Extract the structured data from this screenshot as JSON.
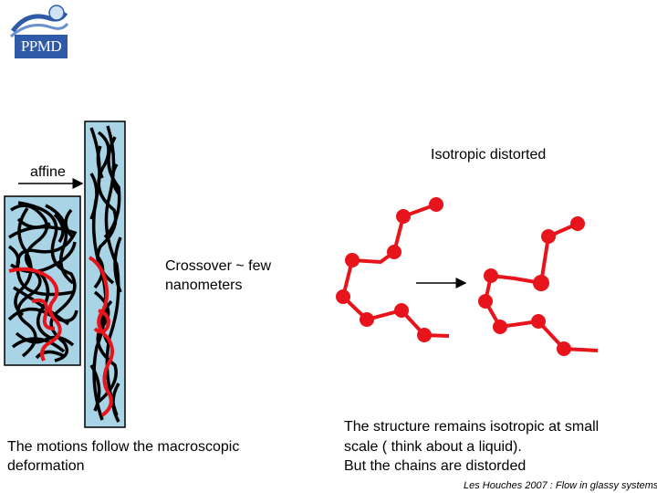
{
  "logo": {
    "text": "PPMD"
  },
  "labels": {
    "affine": "affine",
    "isotropic": "Isotropic distorted",
    "crossover_line1": "Crossover ~ few",
    "crossover_line2": "nanometers",
    "motions_line1": "The motions follow the macroscopic",
    "motions_line2": "deformation",
    "structure_line1": "The structure remains isotropic at small",
    "structure_line2": "scale ( think about a liquid).",
    "structure_line3": "But the chains are distorded"
  },
  "footer": "Les Houches 2007 : Flow in glassy systems",
  "colors": {
    "box_fill": "#a8d4e6",
    "chain_red": "#e8141c",
    "logo_blue": "#2f5aa8"
  }
}
